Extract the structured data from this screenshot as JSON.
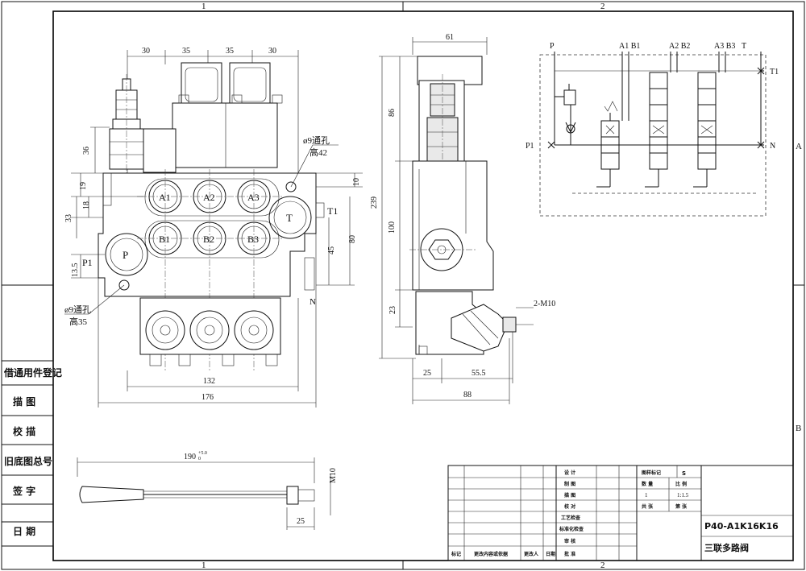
{
  "border": {
    "zone_top_left": "1",
    "zone_top_right": "2",
    "zone_bottom_left": "1",
    "zone_bottom_right": "2",
    "zone_right_top": "A",
    "zone_right_bottom": "B"
  },
  "front_view": {
    "dim_top": [
      "30",
      "35",
      "35",
      "30"
    ],
    "dim_36": "36",
    "dim_19": "19",
    "dim_18": "18",
    "dim_33": "33",
    "dim_13_5": "13.5",
    "dim_10": "10",
    "dim_80": "80",
    "dim_45": "45",
    "dim_132": "132",
    "dim_176": "176",
    "hole_note_1": "ø9通孔",
    "hole_note_1_h": "高42",
    "hole_note_2": "ø9通孔",
    "hole_note_2_h": "高35",
    "ports_a": [
      "A1",
      "A2",
      "A3"
    ],
    "ports_b": [
      "B1",
      "B2",
      "B3"
    ],
    "port_p": "P",
    "port_t": "T",
    "label_p1": "P1",
    "label_t1": "T1",
    "label_n": "N"
  },
  "side_view": {
    "dim_61": "61",
    "dim_86": "86",
    "dim_239": "239",
    "dim_100": "100",
    "dim_23": "23",
    "dim_25": "25",
    "dim_55_5": "55.5",
    "dim_88": "88",
    "thread_note": "2-M10"
  },
  "schematic": {
    "label_p": "P",
    "label_a1b1": "A1 B1",
    "label_a2b2": "A2 B2",
    "label_a3b3": "A3 B3",
    "label_t": "T",
    "label_t1": "T1",
    "label_p1": "P1",
    "label_n": "N"
  },
  "handle": {
    "dim_length": "190",
    "dim_tol": "+5.0",
    "dim_tol2": "0",
    "dim_25": "25",
    "thread": "M10"
  },
  "left_table": [
    "借通用件登记",
    "描  图",
    "校  描",
    "旧底图总号",
    "签  字",
    "日  期"
  ],
  "title_block": {
    "rows_left": [
      "设  计",
      "制  图",
      "描  图",
      "校  对",
      "工艺检查",
      "标准化检查",
      "审  核",
      "批  准"
    ],
    "bottom_row": [
      "标记",
      "更改内容或依据",
      "更改人",
      "日期"
    ],
    "mid_header": "图样标记",
    "mid_mark": "S",
    "qty": "数  量",
    "ratio": "比  例",
    "qty_val": "1",
    "ratio_val": "1:1.5",
    "sheets": "共  张",
    "sheet": "第  张",
    "part_no": "P40-A1K16K16",
    "part_name": "三联多路阀"
  }
}
